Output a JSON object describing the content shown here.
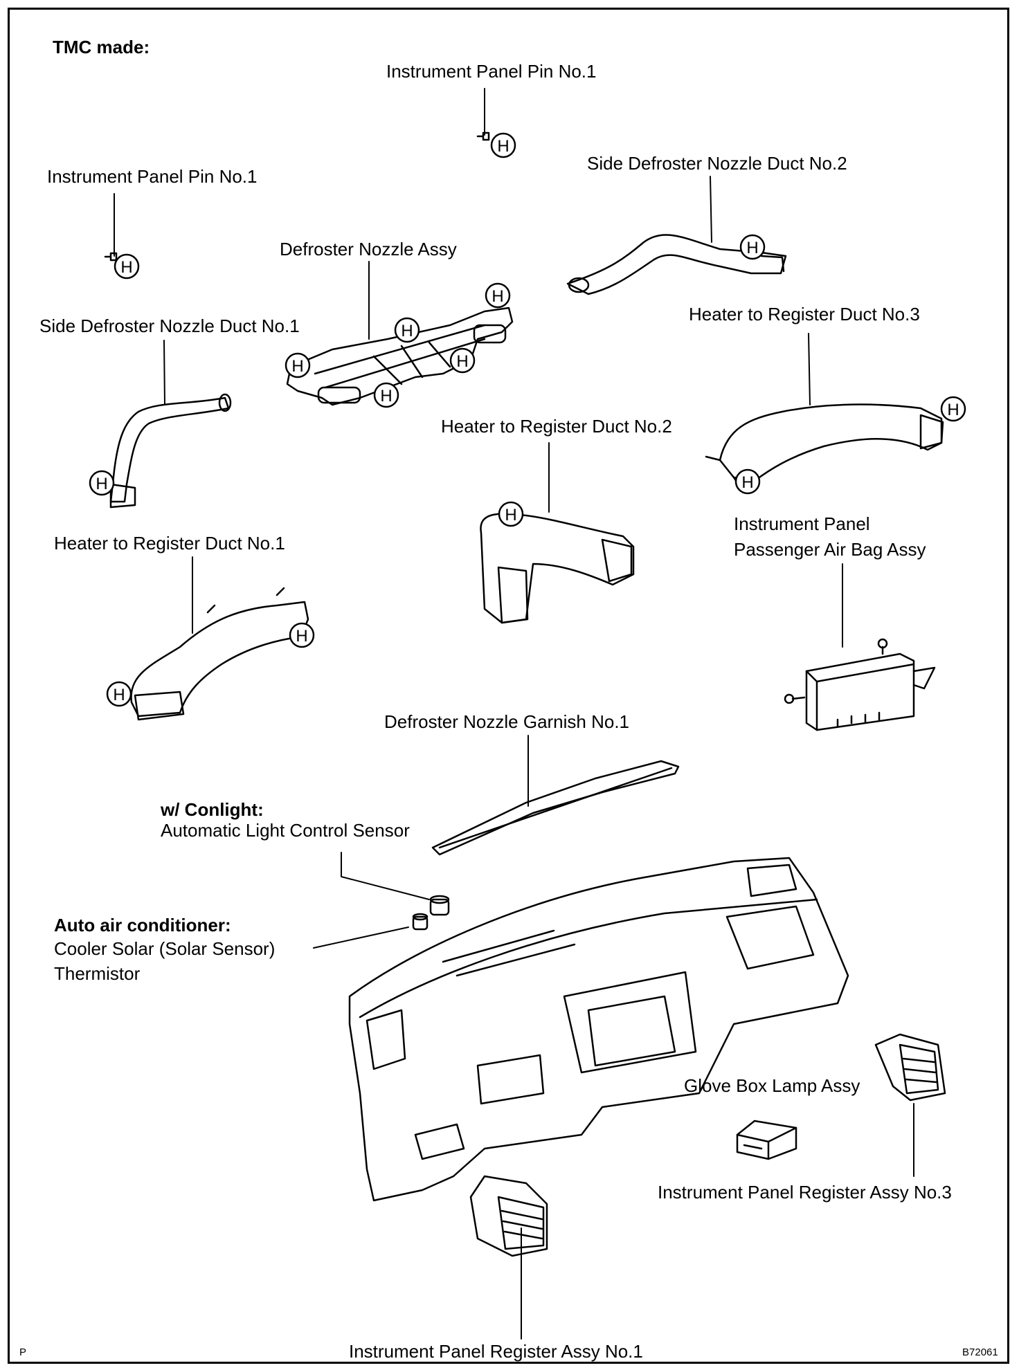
{
  "header": {
    "title": "TMC made:"
  },
  "labels": {
    "pin_top": "Instrument Panel Pin No.1",
    "pin_left": "Instrument Panel Pin No.1",
    "side_duct_2": "Side Defroster Nozzle Duct No.2",
    "defroster_nozzle": "Defroster Nozzle Assy",
    "side_duct_1": "Side Defroster Nozzle Duct No.1",
    "heater_duct_3": "Heater to Register Duct No.3",
    "heater_duct_2": "Heater to Register Duct No.2",
    "airbag_line1": "Instrument Panel",
    "airbag_line2": "Passenger Air Bag Assy",
    "heater_duct_1": "Heater to Register Duct No.1",
    "garnish": "Defroster Nozzle Garnish No.1",
    "conlight_heading": "w/ Conlight:",
    "conlight_sensor": "Automatic Light Control Sensor",
    "aircon_heading": "Auto air conditioner:",
    "aircon_line1": "Cooler Solar (Solar Sensor)",
    "aircon_line2": "Thermistor",
    "glove_lamp": "Glove Box Lamp Assy",
    "register_3": "Instrument Panel Register Assy No.3",
    "register_1": "Instrument Panel Register Assy No.1"
  },
  "marker_letter": "H",
  "footer": {
    "left_code": "P",
    "figure_id": "B72061"
  }
}
